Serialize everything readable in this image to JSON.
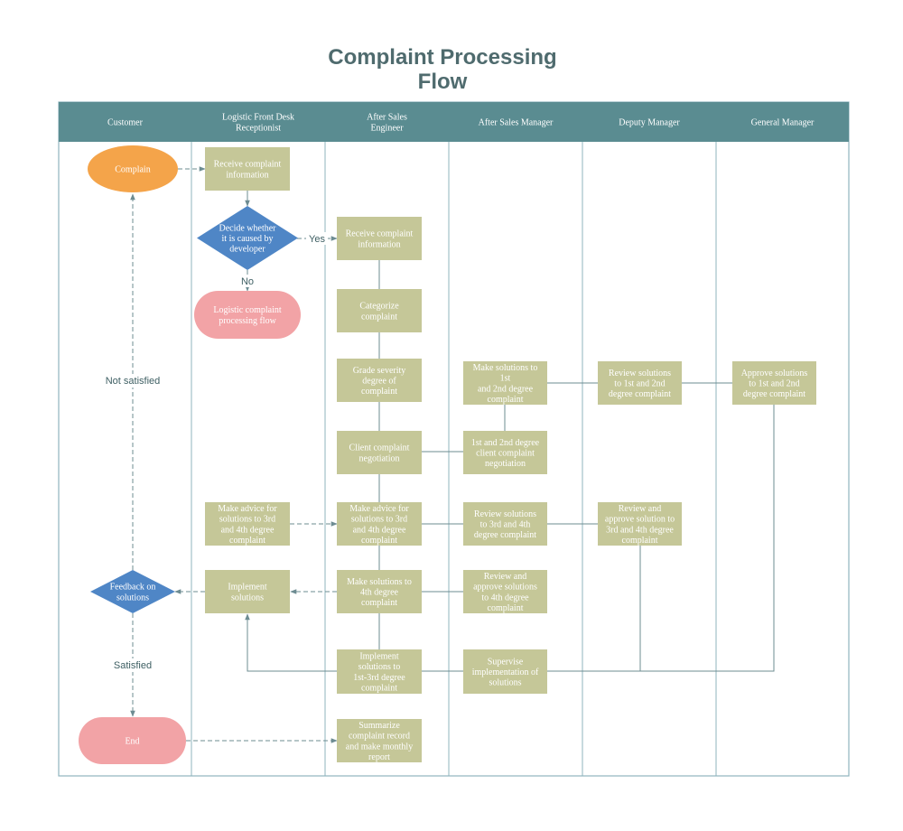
{
  "title_line1": "Complaint Processing",
  "title_line2": "Flow",
  "colors": {
    "header": "#5a8c91",
    "process": "#c5c798",
    "start": "#f4a44a",
    "decision": "#4f86c6",
    "terminal": "#f2a3a6",
    "lane_border": "#8fb4bd",
    "connector": "#6d8c92",
    "edge_label": "#3e5f63"
  },
  "lanes": [
    "Customer",
    "Logistic Front Desk\nReceptionist",
    "After Sales\nEngineer",
    "After Sales Manager",
    "Deputy Manager",
    "General Manager"
  ],
  "nodes": {
    "complain": "Complain",
    "receive_front": "Receive complaint\ninformation",
    "decide": "Decide whether\nit is caused by\ndeveloper",
    "logistic_flow": "Logistic complaint\nprocessing flow",
    "receive_eng": "Receive complaint\ninformation",
    "categorize": "Categorize\ncomplaint",
    "grade": "Grade severity\ndegree of\ncomplaint",
    "client_negotiation": "Client complaint\nnegotiation",
    "make_solutions_12": "Make solutions to\n1st\nand 2nd degree\ncomplaint",
    "negotiation_12": "1st and 2nd degree\nclient complaint\nnegotiation",
    "review_12": "Review solutions\nto 1st and 2nd\ndegree complaint",
    "approve_12": "Approve solutions\nto 1st and 2nd\ndegree complaint",
    "advice_front": "Make advice for\nsolutions to 3rd\nand 4th degree\ncomplaint",
    "advice_eng": "Make advice for\nsolutions to 3rd\nand 4th degree\ncomplaint",
    "review_34": "Review solutions\nto 3rd and 4th\ndegree complaint",
    "review_approve_34": "Review and\napprove solution to\n3rd and 4th degree\ncomplaint",
    "implement_front": "Implement\nsolutions",
    "make_solutions_4": "Make solutions to\n4th degree\ncomplaint",
    "review_approve_4": "Review and\napprove solutions\nto 4th degree\ncomplaint",
    "feedback": "Feedback on\nsolutions",
    "implement_13": "Implement\nsolutions to\n1st-3rd degree\ncomplaint",
    "supervise": "Supervise\nimplementation of\nsolutions",
    "end": "End",
    "summarize": "Summarize\ncomplaint record\nand make monthly\nreport"
  },
  "edge_labels": {
    "yes": "Yes",
    "no": "No",
    "not_satisfied": "Not satisfied",
    "satisfied": "Satisfied"
  }
}
